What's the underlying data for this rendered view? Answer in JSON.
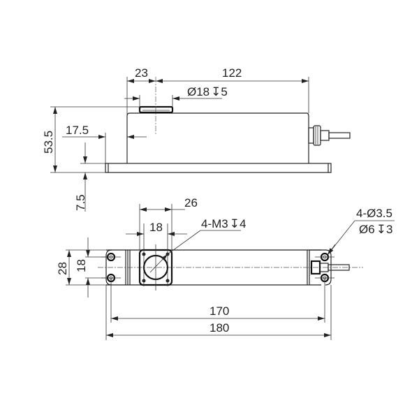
{
  "drawing": {
    "type": "mechanical dimension drawing (load cell / sensor housing)",
    "units": "mm",
    "colors": {
      "line": "#222222",
      "background": "#ffffff"
    }
  },
  "side_view": {
    "dims": {
      "hole_offset": "23",
      "body_length": "122",
      "top_hole": "Ø18",
      "top_hole_depth": "5",
      "total_height": "53.5",
      "base_inset": "17.5",
      "base_thickness": "7.5"
    }
  },
  "top_view": {
    "dims": {
      "flange_outer": "26",
      "flange_inner": "18",
      "thread_callout": "4-M3",
      "thread_depth": "4",
      "width": "28",
      "hole_pitch_y": "18",
      "mount_hole_callout": "4-Ø3.5",
      "counterbore": "Ø6",
      "counterbore_depth": "3",
      "hole_pitch_x": "170",
      "overall_length": "180"
    }
  },
  "labels": {
    "l23": "23",
    "l122": "122",
    "l18v5": "Ø18",
    "l18v5_depth": "5",
    "l53": "53.5",
    "l175": "17.5",
    "l75": "7.5",
    "l26": "26",
    "l18a": "18",
    "lm3": "4-M3",
    "lm3_depth": "4",
    "l28": "28",
    "l18b": "18",
    "l35": "4-Ø3.5",
    "l6": "Ø6",
    "l6_depth": "3",
    "l170": "170",
    "l180": "180",
    "depth_symbol": "↧"
  }
}
